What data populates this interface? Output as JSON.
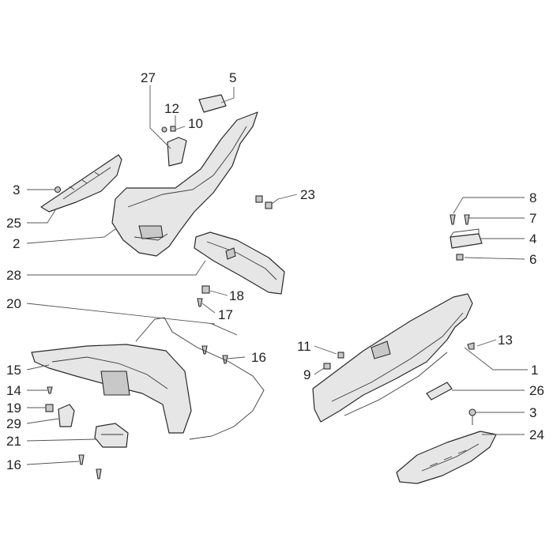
{
  "callouts": [
    {
      "id": "c27",
      "label": "27"
    },
    {
      "id": "c5",
      "label": "5"
    },
    {
      "id": "c12",
      "label": "12"
    },
    {
      "id": "c10",
      "label": "10"
    },
    {
      "id": "c3a",
      "label": "3"
    },
    {
      "id": "c25",
      "label": "25"
    },
    {
      "id": "c2",
      "label": "2"
    },
    {
      "id": "c23",
      "label": "23"
    },
    {
      "id": "c8",
      "label": "8"
    },
    {
      "id": "c7",
      "label": "7"
    },
    {
      "id": "c4",
      "label": "4"
    },
    {
      "id": "c6",
      "label": "6"
    },
    {
      "id": "c28",
      "label": "28"
    },
    {
      "id": "c18",
      "label": "18"
    },
    {
      "id": "c17",
      "label": "17"
    },
    {
      "id": "c20",
      "label": "20"
    },
    {
      "id": "c16a",
      "label": "16"
    },
    {
      "id": "c11",
      "label": "11"
    },
    {
      "id": "c13",
      "label": "13"
    },
    {
      "id": "c9",
      "label": "9"
    },
    {
      "id": "c1",
      "label": "1"
    },
    {
      "id": "c15",
      "label": "15"
    },
    {
      "id": "c14",
      "label": "14"
    },
    {
      "id": "c19",
      "label": "19"
    },
    {
      "id": "c29",
      "label": "29"
    },
    {
      "id": "c21",
      "label": "21"
    },
    {
      "id": "c16b",
      "label": "16"
    },
    {
      "id": "c26",
      "label": "26"
    },
    {
      "id": "c3b",
      "label": "3"
    },
    {
      "id": "c24",
      "label": "24"
    }
  ]
}
